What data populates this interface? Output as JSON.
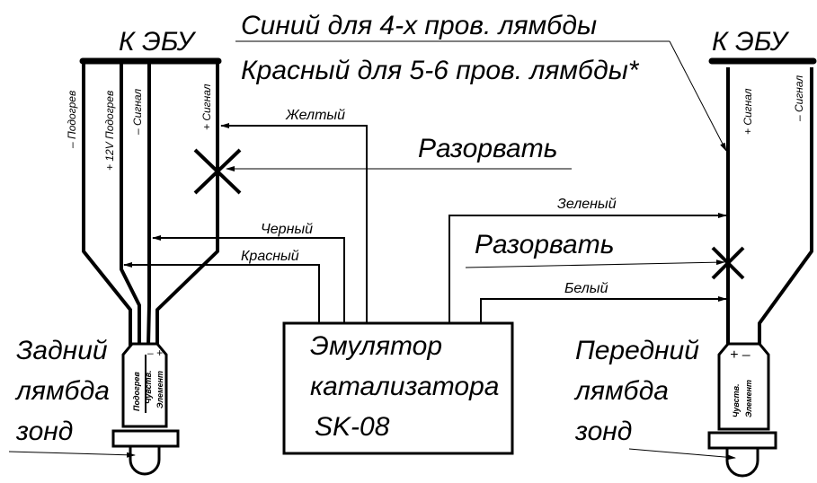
{
  "ecu_label_left": "К ЭБУ",
  "ecu_label_right": "К ЭБУ",
  "note_blue": "Синий для 4-х пров. лямбды",
  "note_red": "Красный для 5-6 пров. лямбды*",
  "left_pins": [
    "– Подогрев",
    "+ 12V Подогрев",
    "– Сигнал",
    "+ Сигнал"
  ],
  "right_pins": [
    "+ Сигнал",
    "– Сигнал"
  ],
  "wires": {
    "yellow": "Желтый",
    "black": "Черный",
    "red": "Красный",
    "green": "Зеленый",
    "white": "Белый"
  },
  "cut_label_1": "Разорвать",
  "cut_label_2": "Разорвать",
  "emulator": {
    "line1": "Эмулятор",
    "line2": "катализатора",
    "line3": "SK-08"
  },
  "rear_probe": {
    "line1": "Задний",
    "line2": "лямбда",
    "line3": "зонд",
    "body_labels": [
      "Подогрев",
      "Чувств.",
      "Элемент"
    ],
    "polarity": "– +"
  },
  "front_probe": {
    "line1": "Передний",
    "line2": "лямбда",
    "line3": "зонд",
    "body_labels": [
      "Чувств.",
      "Элемент"
    ],
    "polarity": "+ –"
  }
}
